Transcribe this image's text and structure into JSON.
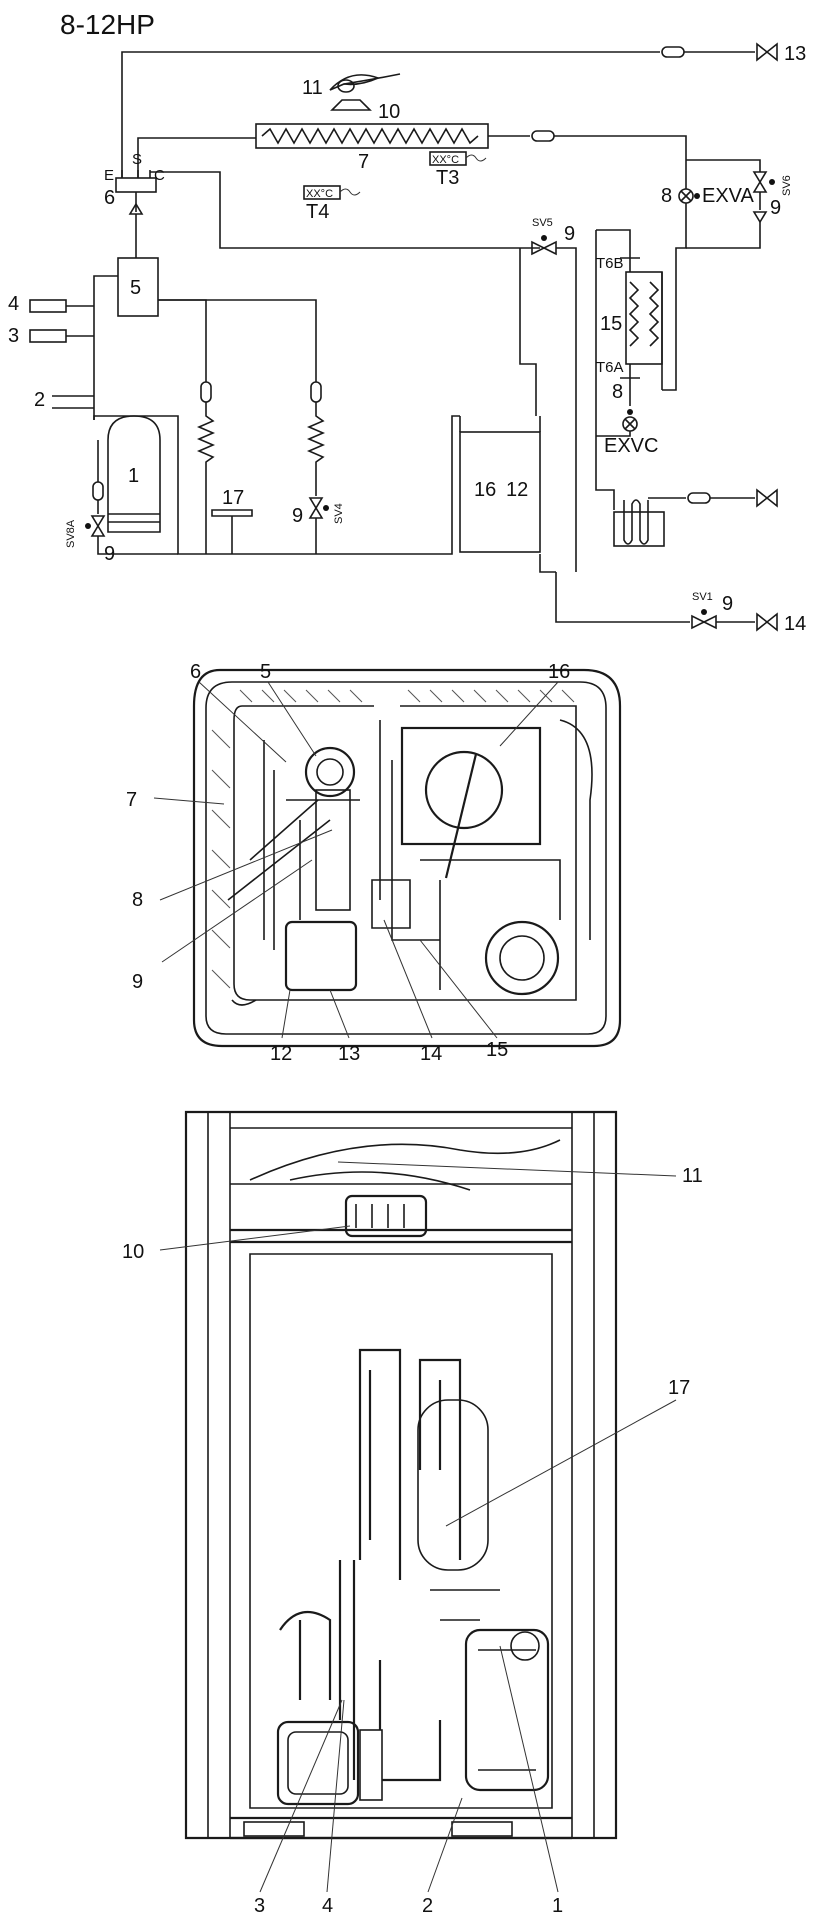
{
  "title": "8-12HP",
  "schematic": {
    "numbers": {
      "n1": "1",
      "n2": "2",
      "n3": "3",
      "n4": "4",
      "n5": "5",
      "n6": "6",
      "n7": "7",
      "n8a": "8",
      "n8b": "8",
      "n9a": "9",
      "n9b": "9",
      "n9c": "9",
      "n9d": "9",
      "n9e": "9",
      "n10": "10",
      "n11": "11",
      "n12": "12",
      "n13": "13",
      "n14": "14",
      "n15": "15",
      "n16": "16",
      "n17": "17"
    },
    "letters": {
      "s": "S",
      "e": "E",
      "c": "C"
    },
    "valves": {
      "sv1": "SV1",
      "sv4": "SV4",
      "sv5": "SV5",
      "sv6": "SV6",
      "sv8a": "SV8A"
    },
    "sensors": {
      "t3": "T3",
      "t4": "T4",
      "t6a": "T6A",
      "t6b": "T6B",
      "xx_c": "XX°C"
    },
    "expansion": {
      "exva": "EXVA",
      "exvc": "EXVC"
    }
  },
  "top_view": {
    "callouts": [
      "5",
      "6",
      "7",
      "8",
      "9",
      "12",
      "13",
      "14",
      "15",
      "16"
    ]
  },
  "front_view": {
    "callouts": [
      "1",
      "2",
      "3",
      "4",
      "10",
      "11",
      "17"
    ]
  }
}
